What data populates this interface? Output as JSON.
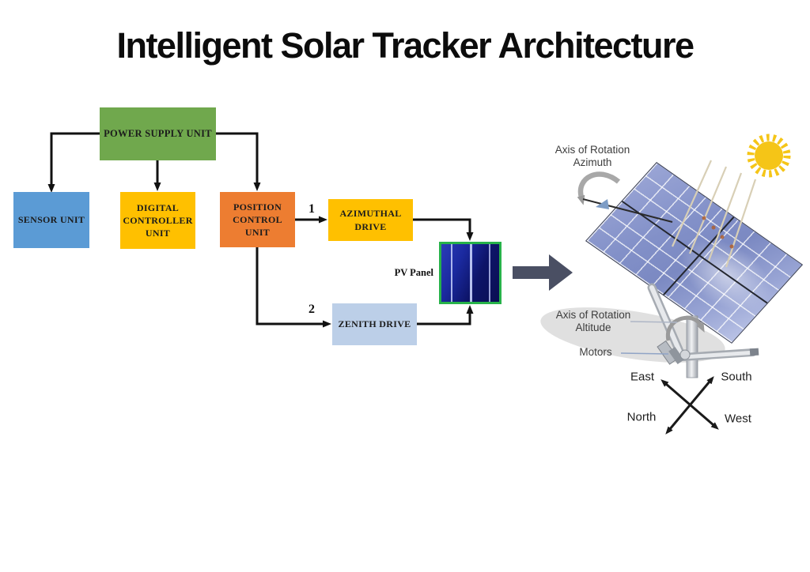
{
  "title": "Intelligent Solar Tracker Architecture",
  "blocks": {
    "power_supply": {
      "label": "POWER SUPPLY UNIT"
    },
    "sensor": {
      "label": "SENSOR UNIT"
    },
    "digital_controller": {
      "label": "DIGITAL CONTROLLER UNIT"
    },
    "position_control": {
      "label": "POSITION CONTROL UNIT"
    },
    "azimuthal_drive": {
      "label": "AZIMUTHAL DRIVE"
    },
    "zenith_drive": {
      "label": "ZENITH DRIVE"
    }
  },
  "pv_panel": {
    "label": "PV Panel"
  },
  "connectors": {
    "azimuthal_branch_number": "1",
    "zenith_branch_number": "2"
  },
  "illustration": {
    "azimuth_label": {
      "line1": "Axis of Rotation",
      "line2": "Azimuth"
    },
    "altitude_label": {
      "line1": "Axis of Rotation",
      "line2": "Altitude"
    },
    "motors_label": "Motors",
    "compass": {
      "east": "East",
      "south": "South",
      "north": "North",
      "west": "West"
    }
  },
  "colors": {
    "power_supply_fill": "#70A84D",
    "sensor_fill": "#5B9BD5",
    "digital_controller_fill": "#FFC000",
    "position_control_fill": "#ED7D31",
    "azimuthal_drive_fill": "#FFC000",
    "zenith_drive_fill": "#BCCFE8",
    "pv_panel_border": "#27B24A",
    "connector_line": "#111111",
    "big_arrow": "#4A4F63",
    "sun": "#F5C517",
    "title_color": "#0C0C0C"
  }
}
